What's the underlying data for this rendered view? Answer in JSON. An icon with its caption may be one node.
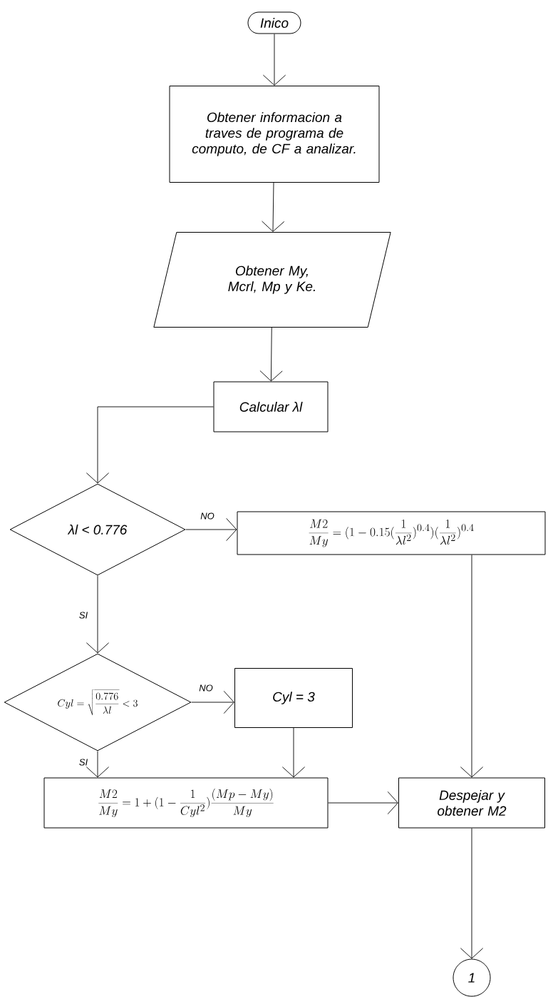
{
  "diagram": {
    "nodes": [
      {
        "text": [
          "Inico"
        ]
      },
      {
        "text": [
          "Obtener informacion a traves de programa de computo, de CF a analizar."
        ]
      },
      {
        "text": [
          "Obtener My, Mcrl, Mp y Ke."
        ]
      },
      {
        "text": [
          "Calcular λl"
        ]
      },
      {
        "text": [
          "λl < 0.776"
        ]
      },
      {
        "text": [
          "\\frac{M2}{My} = (1-0.15(\\frac{1}{\\lambda l^{2}})^{0.4})(\\frac{1}{\\lambda l^{2}})^{0.4}"
        ]
      },
      {
        "text": [
          "Cyl = \\sqrt{\\frac{0.776}{\\lambda l}} < 3"
        ]
      },
      {
        "text": [
          "Cyl = 3"
        ]
      },
      {
        "text": [
          "\\frac{M2}{My} = 1+(1-\\frac{1}{Cyl^{2}})\\frac{(Mp - My)}{My}"
        ]
      },
      {
        "text": [
          "Despejar y obtener M2"
        ]
      },
      {
        "text": [
          "1"
        ]
      }
    ],
    "edges": [
      {
        "from": 0,
        "to": 1,
        "arrow": "to"
      },
      {
        "from": 1,
        "to": 2,
        "arrow": "to"
      },
      {
        "from": 2,
        "to": 3,
        "arrow": "to"
      },
      {
        "from": 3,
        "to": 4,
        "arrow": "to"
      },
      {
        "from": 4,
        "to": 5,
        "arrow": "to",
        "label": "NO"
      },
      {
        "from": 4,
        "to": 6,
        "arrow": "to",
        "label": "SI"
      },
      {
        "from": 6,
        "to": 7,
        "arrow": "to",
        "label": "NO"
      },
      {
        "from": 6,
        "to": 8,
        "arrow": "to",
        "label": "SI"
      },
      {
        "from": 7,
        "to": 8,
        "arrow": "to"
      },
      {
        "from": 5,
        "to": 9,
        "arrow": "to"
      },
      {
        "from": 8,
        "to": 9,
        "arrow": "to"
      },
      {
        "from": 9,
        "to": 10,
        "arrow": "to"
      }
    ]
  }
}
